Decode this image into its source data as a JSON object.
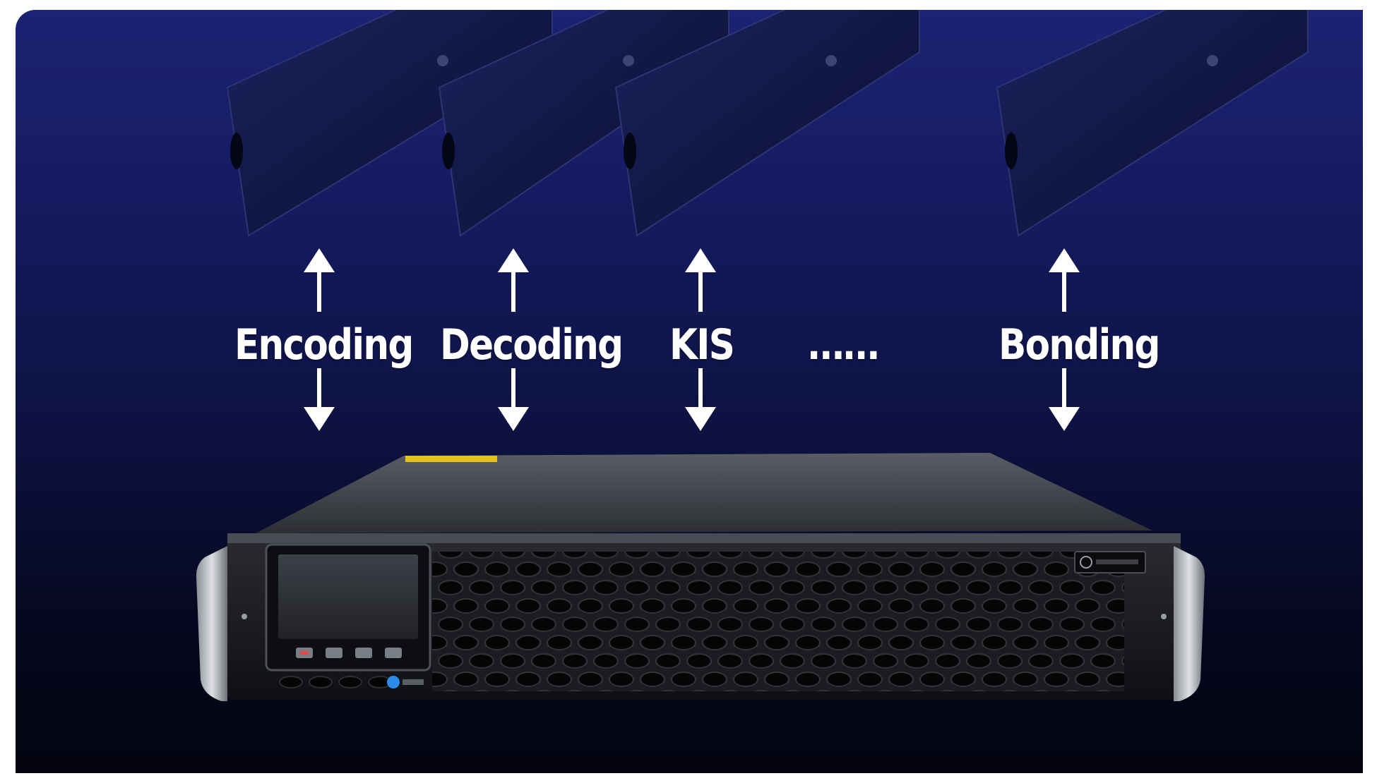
{
  "labels": {
    "encoding": "Encoding",
    "decoding": "Decoding",
    "kis": "KIS",
    "ellipsis": "……",
    "bonding": "Bonding"
  },
  "colors": {
    "background_top": "#1c2374",
    "background_bottom": "#03040f",
    "arrow": "#ffffff",
    "label": "#ffffff",
    "accent_stripe": "#e4c21c"
  },
  "icons": [
    "blade-card-icon",
    "bidirectional-arrow-icon",
    "rack-server-icon",
    "lcd-screen-icon",
    "front-panel-button-icon",
    "brand-logo-icon"
  ]
}
